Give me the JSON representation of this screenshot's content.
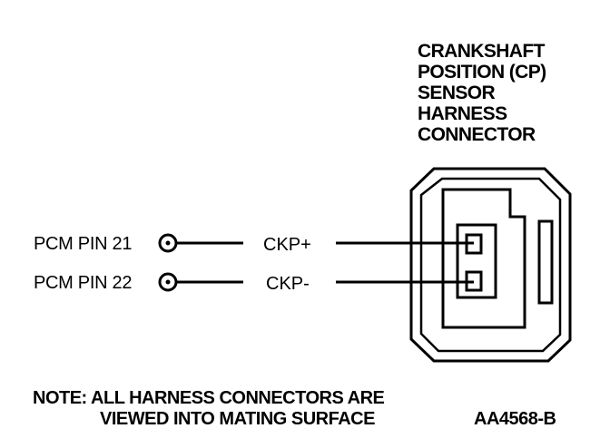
{
  "connector": {
    "title_lines": [
      "CRANKSHAFT",
      "POSITION (CP)",
      "SENSOR",
      "HARNESS",
      "CONNECTOR"
    ]
  },
  "pins": [
    {
      "pcm_label": "PCM PIN 21",
      "signal": "CKP+"
    },
    {
      "pcm_label": "PCM PIN 22",
      "signal": "CKP-"
    }
  ],
  "note": {
    "line1": "NOTE: ALL HARNESS CONNECTORS ARE",
    "line2": "VIEWED INTO MATING SURFACE"
  },
  "figure_code": "AA4568-B",
  "colors": {
    "ink": "#000000",
    "paper": "#ffffff"
  }
}
